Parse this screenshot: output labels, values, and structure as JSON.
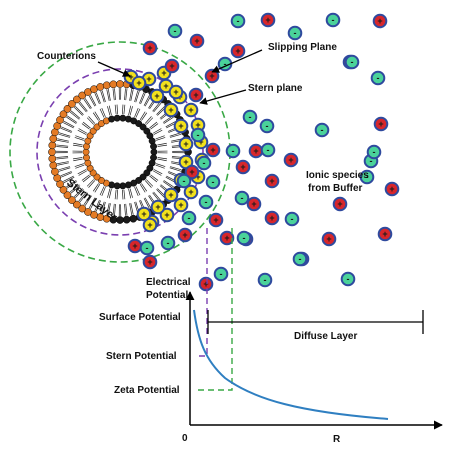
{
  "labels": {
    "counterions": "Counterions",
    "slipping_plane": "Slipping Plane",
    "stern_plane": "Stern plane",
    "stern_layer": "Stern Layer",
    "ionic_species_line1": "Ionic species",
    "ionic_species_line2": "from Buffer",
    "electrical_potential_line1": "Electrical",
    "electrical_potential_line2": "Potential",
    "surface_potential": "Surface Potential",
    "stern_potential": "Stern Potential",
    "zeta_potential": "Zeta Potential",
    "diffuse_layer": "Diffuse Layer",
    "origin": "0",
    "x_axis": "R"
  },
  "ion_signs": {
    "positive": "+",
    "negative": "-"
  },
  "colors": {
    "positive_ion": "#d7262b",
    "negative_ion": "#4ad29a",
    "ion_ring": "#2f4a9e",
    "counterion": "#f2e11c",
    "lipid_head_dark": "#1a1a1a",
    "lipid_head_orange": "#e47b25",
    "slipping_plane_circle": "#39a845",
    "stern_plane_circle": "#7a3fb0",
    "potential_curve": "#2f7fc1",
    "axis": "#000000"
  },
  "icons": [
    "liposome-bilayer-icon",
    "cation-icon",
    "anion-icon",
    "counterion-icon"
  ]
}
